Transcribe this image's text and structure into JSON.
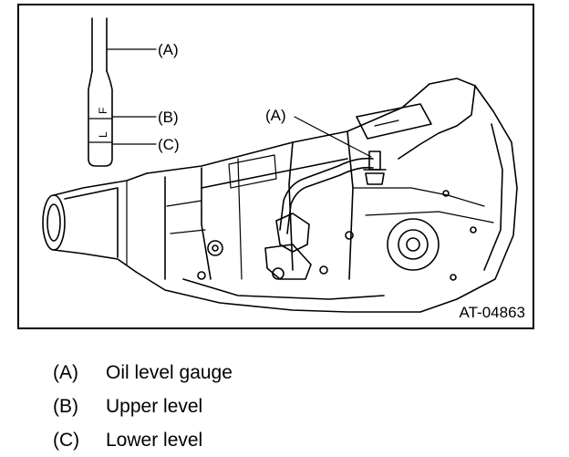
{
  "figure": {
    "id": "AT-04863",
    "callouts": {
      "a1": "(A)",
      "b": "(B)",
      "c": "(C)",
      "a2": "(A)"
    },
    "gauge_marks": {
      "upper": "F",
      "lower": "L"
    }
  },
  "legend": [
    {
      "key": "(A)",
      "text": "Oil level gauge"
    },
    {
      "key": "(B)",
      "text": "Upper level"
    },
    {
      "key": "(C)",
      "text": "Lower level"
    }
  ]
}
